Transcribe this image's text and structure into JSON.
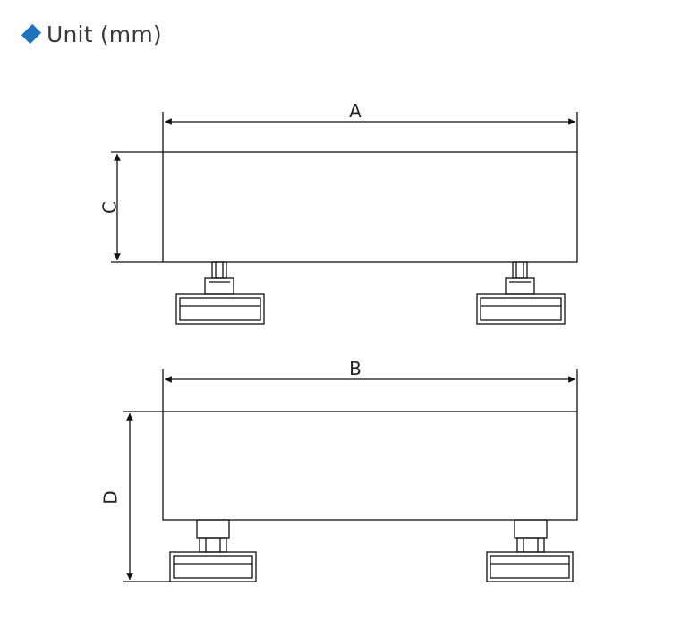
{
  "section": {
    "bullet_color": "#1e73be",
    "title": "Unit (mm)"
  },
  "diagram": {
    "front_view": {
      "width_label": "A",
      "height_label": "C"
    },
    "side_view": {
      "width_label": "B",
      "height_label": "D"
    }
  }
}
